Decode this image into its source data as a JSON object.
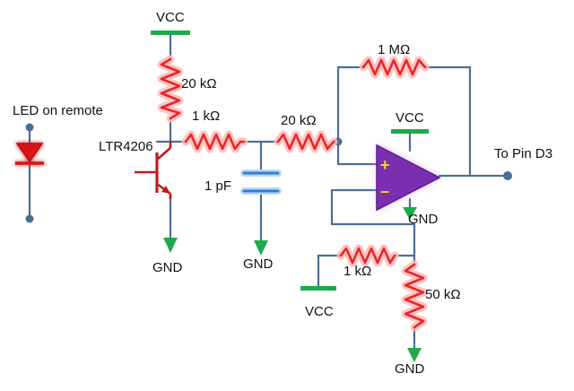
{
  "labels": {
    "vcc_top": "VCC",
    "r1": "20 kΩ",
    "led": "LED on remote",
    "r2": "1 kΩ",
    "r3": "20 kΩ",
    "rf": "1 MΩ",
    "vcc_op": "VCC",
    "transistor": "LTR4206",
    "cap": "1 pF",
    "out": "To Pin D3",
    "gnd_op": "GND",
    "gnd_tr": "GND",
    "gnd_cap": "GND",
    "r4": "1 kΩ",
    "r5": "50 kΩ",
    "vcc_bottom": "VCC",
    "gnd_bottom": "GND",
    "plus": "+",
    "minus": "–"
  },
  "colors": {
    "wire": "#4a6f95",
    "resistor": "#e62828",
    "ground": "#1faa4a",
    "opamp": "#7a2fb0",
    "capacitor": "#2f7fd6",
    "led": "#d81818"
  }
}
